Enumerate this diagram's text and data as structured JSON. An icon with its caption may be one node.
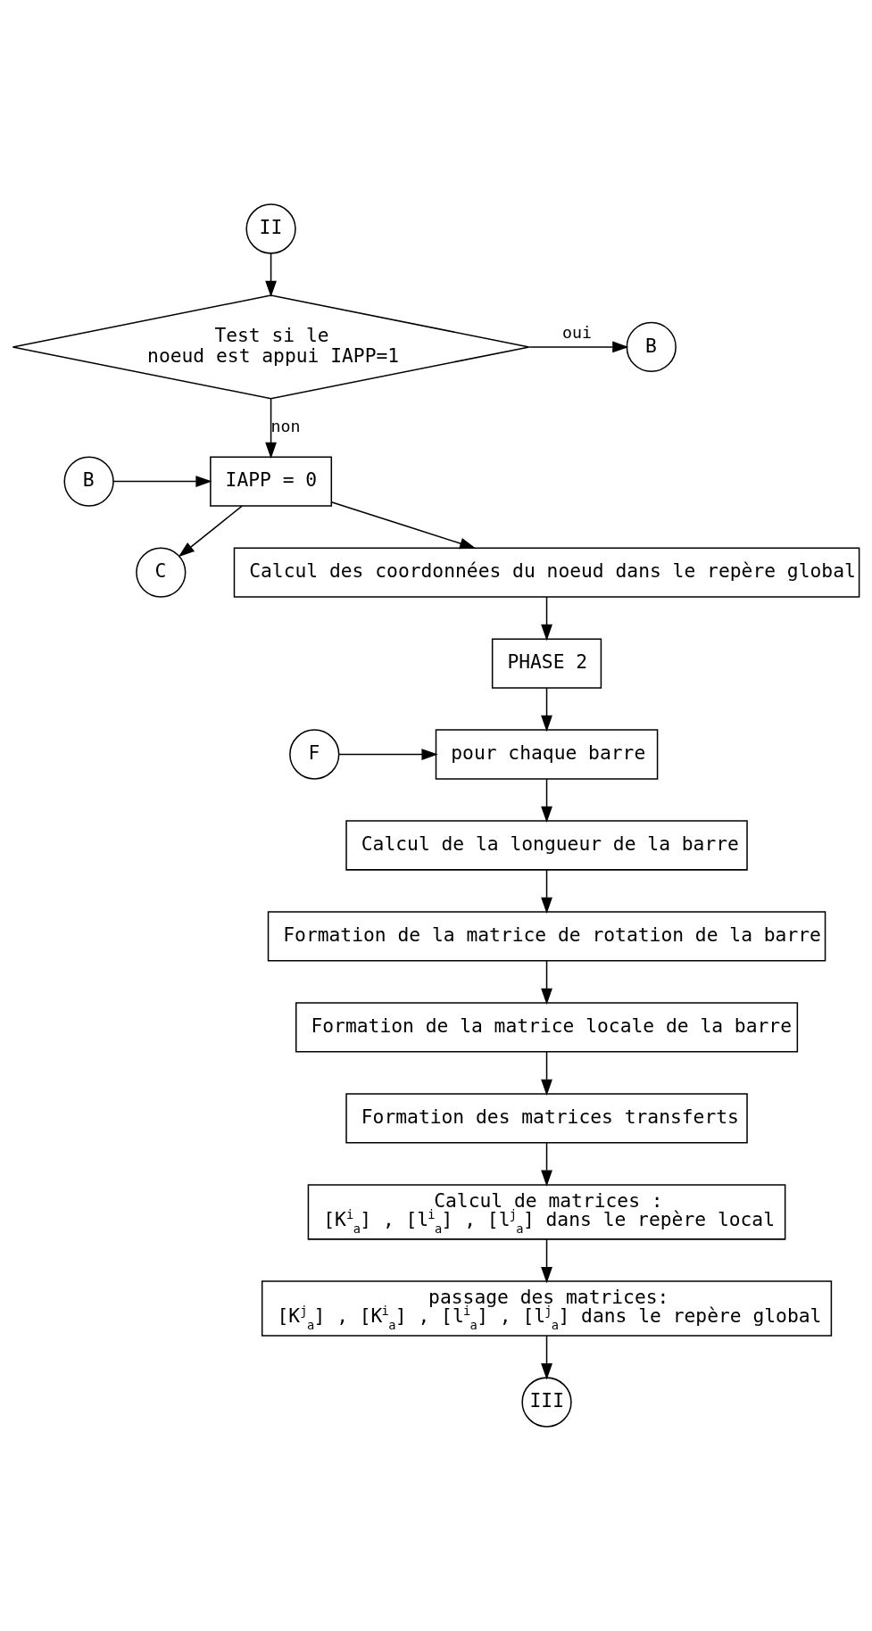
{
  "diagram": {
    "nodes": [
      {
        "text": [
          "II"
        ]
      },
      {
        "text": [
          "Test si le noeud est appui IAPP=1"
        ]
      },
      {
        "text": [
          "B"
        ]
      },
      {
        "text": [
          "IAPP = 0"
        ]
      },
      {
        "text": [
          "B"
        ]
      },
      {
        "text": [
          "C"
        ]
      },
      {
        "text": [
          "Calcul des coordonnées du noeud dans le repère global"
        ]
      },
      {
        "text": [
          "PHASE 2"
        ]
      },
      {
        "text": [
          "F"
        ]
      },
      {
        "text": [
          "pour chaque barre"
        ]
      },
      {
        "text": [
          "Calcul de la longueur de la barre"
        ]
      },
      {
        "text": [
          "Formation de la matrice de rotation de la barre"
        ]
      },
      {
        "text": [
          "Formation de la matrice locale de la barre"
        ]
      },
      {
        "text": [
          "Formation des matrices transferts"
        ]
      },
      {
        "text": [
          "Calcul de matrices :",
          "[K$^{i}$$_{a}$] , [l$^{i}$$_{a}$] , [l$^{j}$$_{a}$] dans le repère local"
        ]
      },
      {
        "text": [
          "passage des matrices:",
          "[K$^{j}$$_{a}$] , [K$^{i}$$_{a}$] , [l$^{i}$$_{a}$] , [l$^{j}$$_{a}$] dans le repère global"
        ]
      },
      {
        "text": [
          "III"
        ]
      }
    ],
    "edges": [
      {
        "from": 0,
        "to": 1,
        "arrow": "to"
      },
      {
        "from": 1,
        "to": 2,
        "arrow": "to",
        "label": "oui"
      },
      {
        "from": 1,
        "to": 3,
        "arrow": "to",
        "label": "non"
      },
      {
        "from": 4,
        "to": 3,
        "arrow": "to"
      },
      {
        "from": 3,
        "to": 5,
        "arrow": "to"
      },
      {
        "from": 3,
        "to": 6,
        "arrow": "to"
      },
      {
        "from": 6,
        "to": 7,
        "arrow": "to"
      },
      {
        "from": 7,
        "to": 9,
        "arrow": "to"
      },
      {
        "from": 8,
        "to": 9,
        "arrow": "to"
      },
      {
        "from": 9,
        "to": 10,
        "arrow": "to"
      },
      {
        "from": 10,
        "to": 11,
        "arrow": "to"
      },
      {
        "from": 11,
        "to": 12,
        "arrow": "to"
      },
      {
        "from": 12,
        "to": 13,
        "arrow": "to"
      },
      {
        "from": 13,
        "to": 14,
        "arrow": "to"
      },
      {
        "from": 14,
        "to": 15,
        "arrow": "to"
      },
      {
        "from": 15,
        "to": 16,
        "arrow": "to"
      }
    ]
  }
}
